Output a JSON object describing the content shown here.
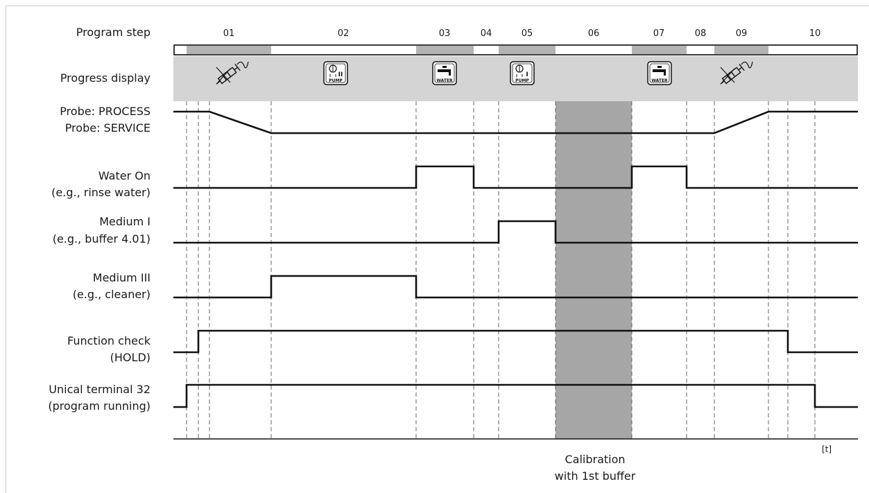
{
  "row_labels": {
    "program_step": "Program step",
    "progress_display": "Progress display",
    "probe_process": "Probe: PROCESS",
    "probe_service": "Probe: SERVICE",
    "water_on_1": "Water On",
    "water_on_2": "(e.g., rinse water)",
    "medium1_1": "Medium I",
    "medium1_2": "(e.g., buffer 4.01)",
    "medium3_1": "Medium III",
    "medium3_2": "(e.g., cleaner)",
    "function_check_1": "Function check",
    "function_check_2": "(HOLD)",
    "unical_1": "Unical terminal 32",
    "unical_2": "(program running)"
  },
  "steps": [
    {
      "label": "01",
      "shaded": true
    },
    {
      "label": "02",
      "shaded": false
    },
    {
      "label": "03",
      "shaded": true
    },
    {
      "label": "04",
      "shaded": false
    },
    {
      "label": "05",
      "shaded": true
    },
    {
      "label": "06",
      "shaded": false
    },
    {
      "label": "07",
      "shaded": true
    },
    {
      "label": "08",
      "shaded": false
    },
    {
      "label": "09",
      "shaded": true
    },
    {
      "label": "10",
      "shaded": false
    }
  ],
  "icons": [
    {
      "name": "probe-syringe-icon",
      "step": "01"
    },
    {
      "name": "pump-ii-icon",
      "step": "02",
      "text": "PUMP",
      "roman": "II"
    },
    {
      "name": "water-tap-icon",
      "step": "03",
      "text": "WATER"
    },
    {
      "name": "pump-i-icon",
      "step": "05",
      "text": "PUMP",
      "roman": "I"
    },
    {
      "name": "water-tap-icon",
      "step": "07",
      "text": "WATER"
    },
    {
      "name": "probe-syringe-icon",
      "step": "09"
    }
  ],
  "calibration_label_1": "Calibration",
  "calibration_label_2": "with 1st buffer",
  "time_axis_label": "[t]",
  "colors": {
    "shade": "#b3b3b3",
    "band": "#d4d4d4",
    "calibration": "#a6a6a6",
    "signal": "#111111"
  }
}
